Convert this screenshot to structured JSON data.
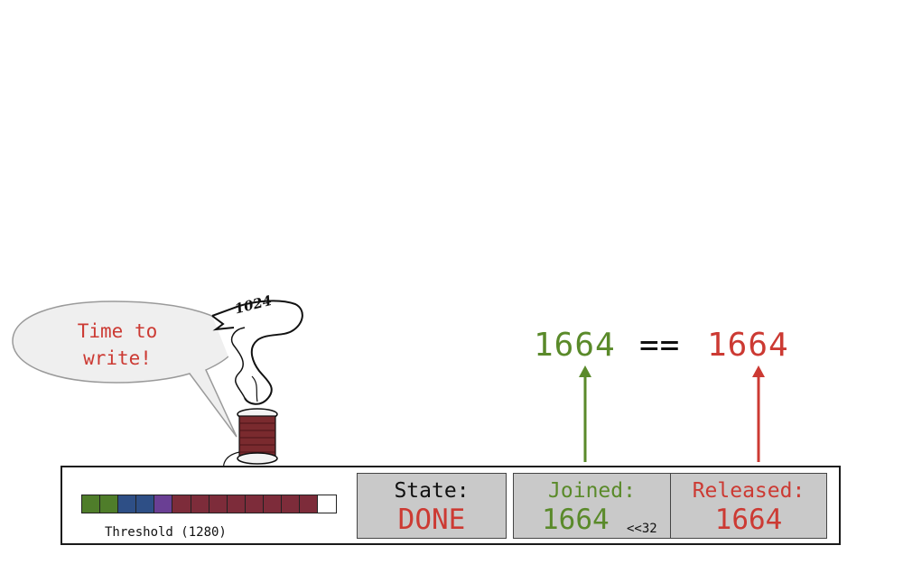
{
  "bubble": {
    "line1": "Time to",
    "line2": "write!"
  },
  "spool": {
    "label": "1024"
  },
  "equation": {
    "left": "1664",
    "op": "==",
    "right": "1664"
  },
  "buffer": {
    "slots": [
      "green",
      "green",
      "blue",
      "blue",
      "purple",
      "red",
      "red",
      "red",
      "red",
      "red",
      "red",
      "red",
      "red",
      "empty"
    ],
    "colors": {
      "green": "#4f7d2a",
      "blue": "#2e4f86",
      "purple": "#6a3f94",
      "red": "#7d2c3a",
      "empty": "#ffffff"
    },
    "threshold_label": "Threshold (1280)"
  },
  "state": {
    "title": "State:",
    "value": "DONE"
  },
  "joined": {
    "title": "Joined:",
    "value": "1664",
    "shift": "<<32"
  },
  "released": {
    "title": "Released:",
    "value": "1664"
  },
  "accent": {
    "green": "#5a8a2a",
    "red": "#cc3a33"
  }
}
